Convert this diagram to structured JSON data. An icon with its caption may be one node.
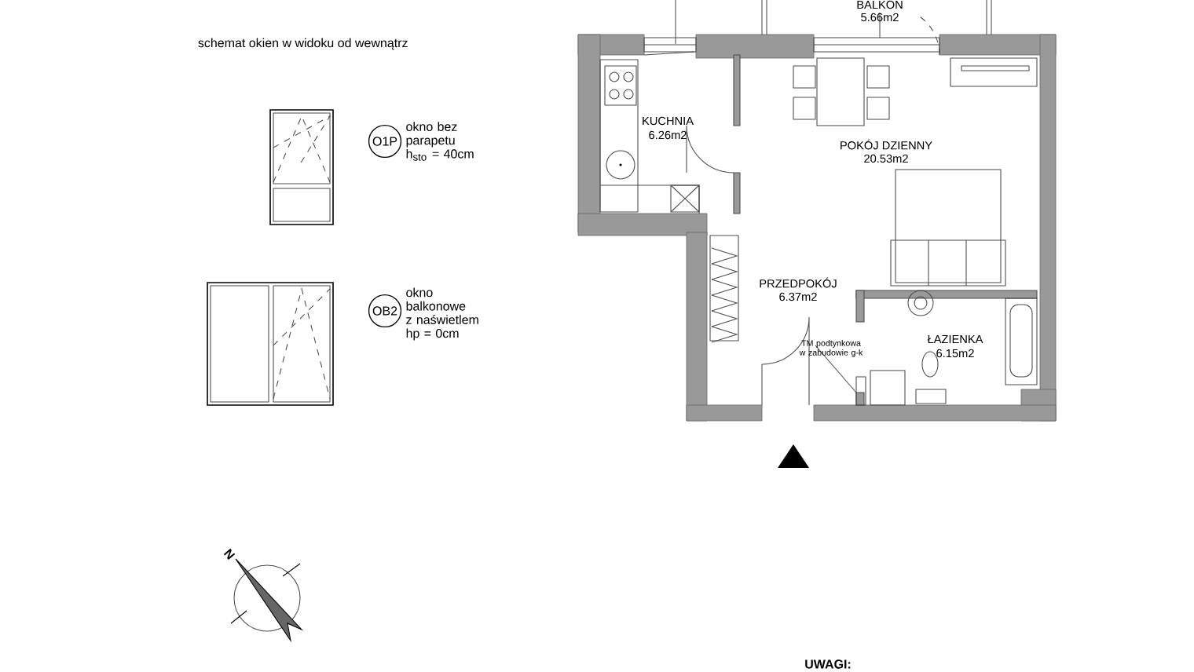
{
  "diagram": {
    "nodes": [
      {
        "text": [
          "O1P"
        ],
        "beside": [
          "okno bez parapetu h$_{sto}$ = 40cm"
        ]
      },
      {
        "text": [
          "OB2"
        ],
        "beside": [
          "okno balkonowe z naświetlem hp = 0cm"
        ]
      }
    ],
    "labels": [
      "schemat okien w widoku od wewnątrz",
      "BALKON",
      "5.66m2",
      "KUCHNIA",
      "6.26m2",
      "POKÓJ DZIENNY",
      "20.53m2",
      "PRZEDPOKÓJ",
      "6.37m2",
      "TM podtynkowa w zabudowie g-k",
      "ŁAZIENKA",
      "6.15m2",
      "N",
      "UWAGI:"
    ]
  }
}
